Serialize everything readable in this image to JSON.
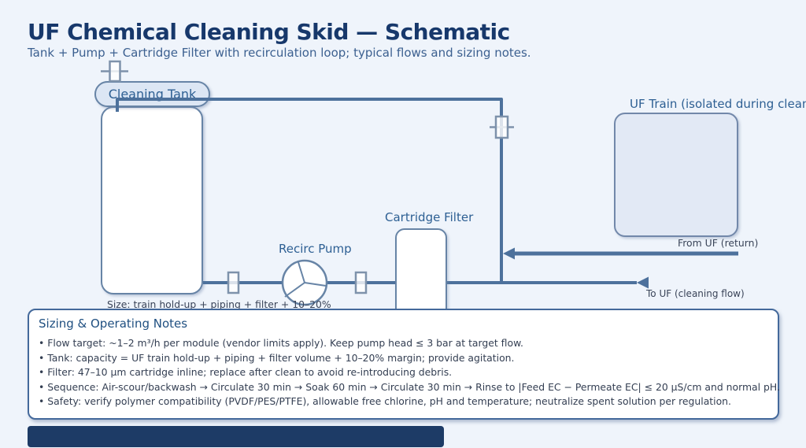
{
  "header": {
    "title": "UF Chemical Cleaning Skid — Schematic",
    "subtitle": "Tank + Pump + Cartridge Filter with recirculation loop; typical flows and sizing notes."
  },
  "diagram": {
    "tank_label": "Cleaning Tank",
    "tank_size_note": "Size: train hold-up + piping + filter + 10–20%",
    "pump_label": "Recirc Pump",
    "filter_label": "Cartridge Filter",
    "uf_train_label": "UF Train (isolated during cleaning)",
    "from_uf_label": "From UF (return)",
    "to_uf_label": "To UF (cleaning flow)"
  },
  "notes": {
    "title": "Sizing & Operating Notes",
    "bullets": [
      "Flow target: ~1–2 m³/h per module (vendor limits apply). Keep pump head ≤ 3 bar at target flow.",
      "Tank: capacity = UF train hold-up + piping + filter volume + 10–20% margin; provide agitation.",
      "Filter: 47–10 µm cartridge inline; replace after clean to avoid re-introducing debris.",
      "Sequence: Air-scour/backwash → Circulate 30 min → Soak 60 min → Circulate 30 min → Rinse to |Feed EC − Permeate EC| ≤ 20 µS/cm and normal pH.",
      "Safety: verify polymer compatibility (PVDF/PES/PTFE), allowable free chlorine, pH and temperature; neutralize spent solution per regulation."
    ]
  },
  "colors": {
    "background": "#eff4fb",
    "title": "#17386b",
    "pipe": "#4d719c",
    "component_border": "#6784a6",
    "pill_fill": "#dce6f4",
    "uf_box_fill": "#e2e9f5",
    "footer_bar": "#1d3b66"
  }
}
